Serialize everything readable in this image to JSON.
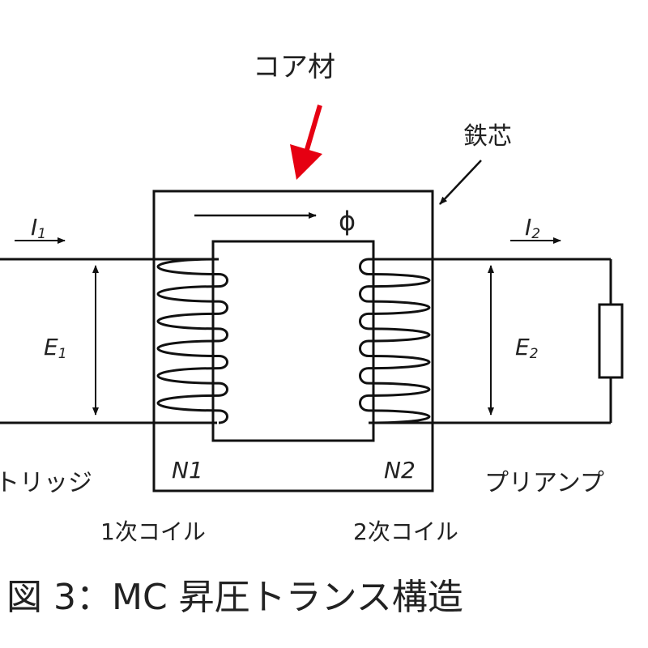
{
  "labels": {
    "core_material": "コア材",
    "iron_core": "鉄芯",
    "flux": "ϕ",
    "current_in": {
      "main": "I",
      "sub": "1"
    },
    "current_out": {
      "main": "I",
      "sub": "2"
    },
    "voltage_in": {
      "main": "E",
      "sub": "1"
    },
    "voltage_out": {
      "main": "E",
      "sub": "2"
    },
    "turns_primary": "N1",
    "turns_secondary": "N2",
    "cartridge": "トリッジ",
    "preamp": "プリアンプ",
    "primary_coil": "1次コイル",
    "secondary_coil": "2次コイル"
  },
  "caption": "図 3：MC 昇圧トランス構造",
  "colors": {
    "arrow_accent": "#e60012",
    "line": "#111111"
  },
  "primary_coil_turns": 6,
  "secondary_coil_turns": 6
}
